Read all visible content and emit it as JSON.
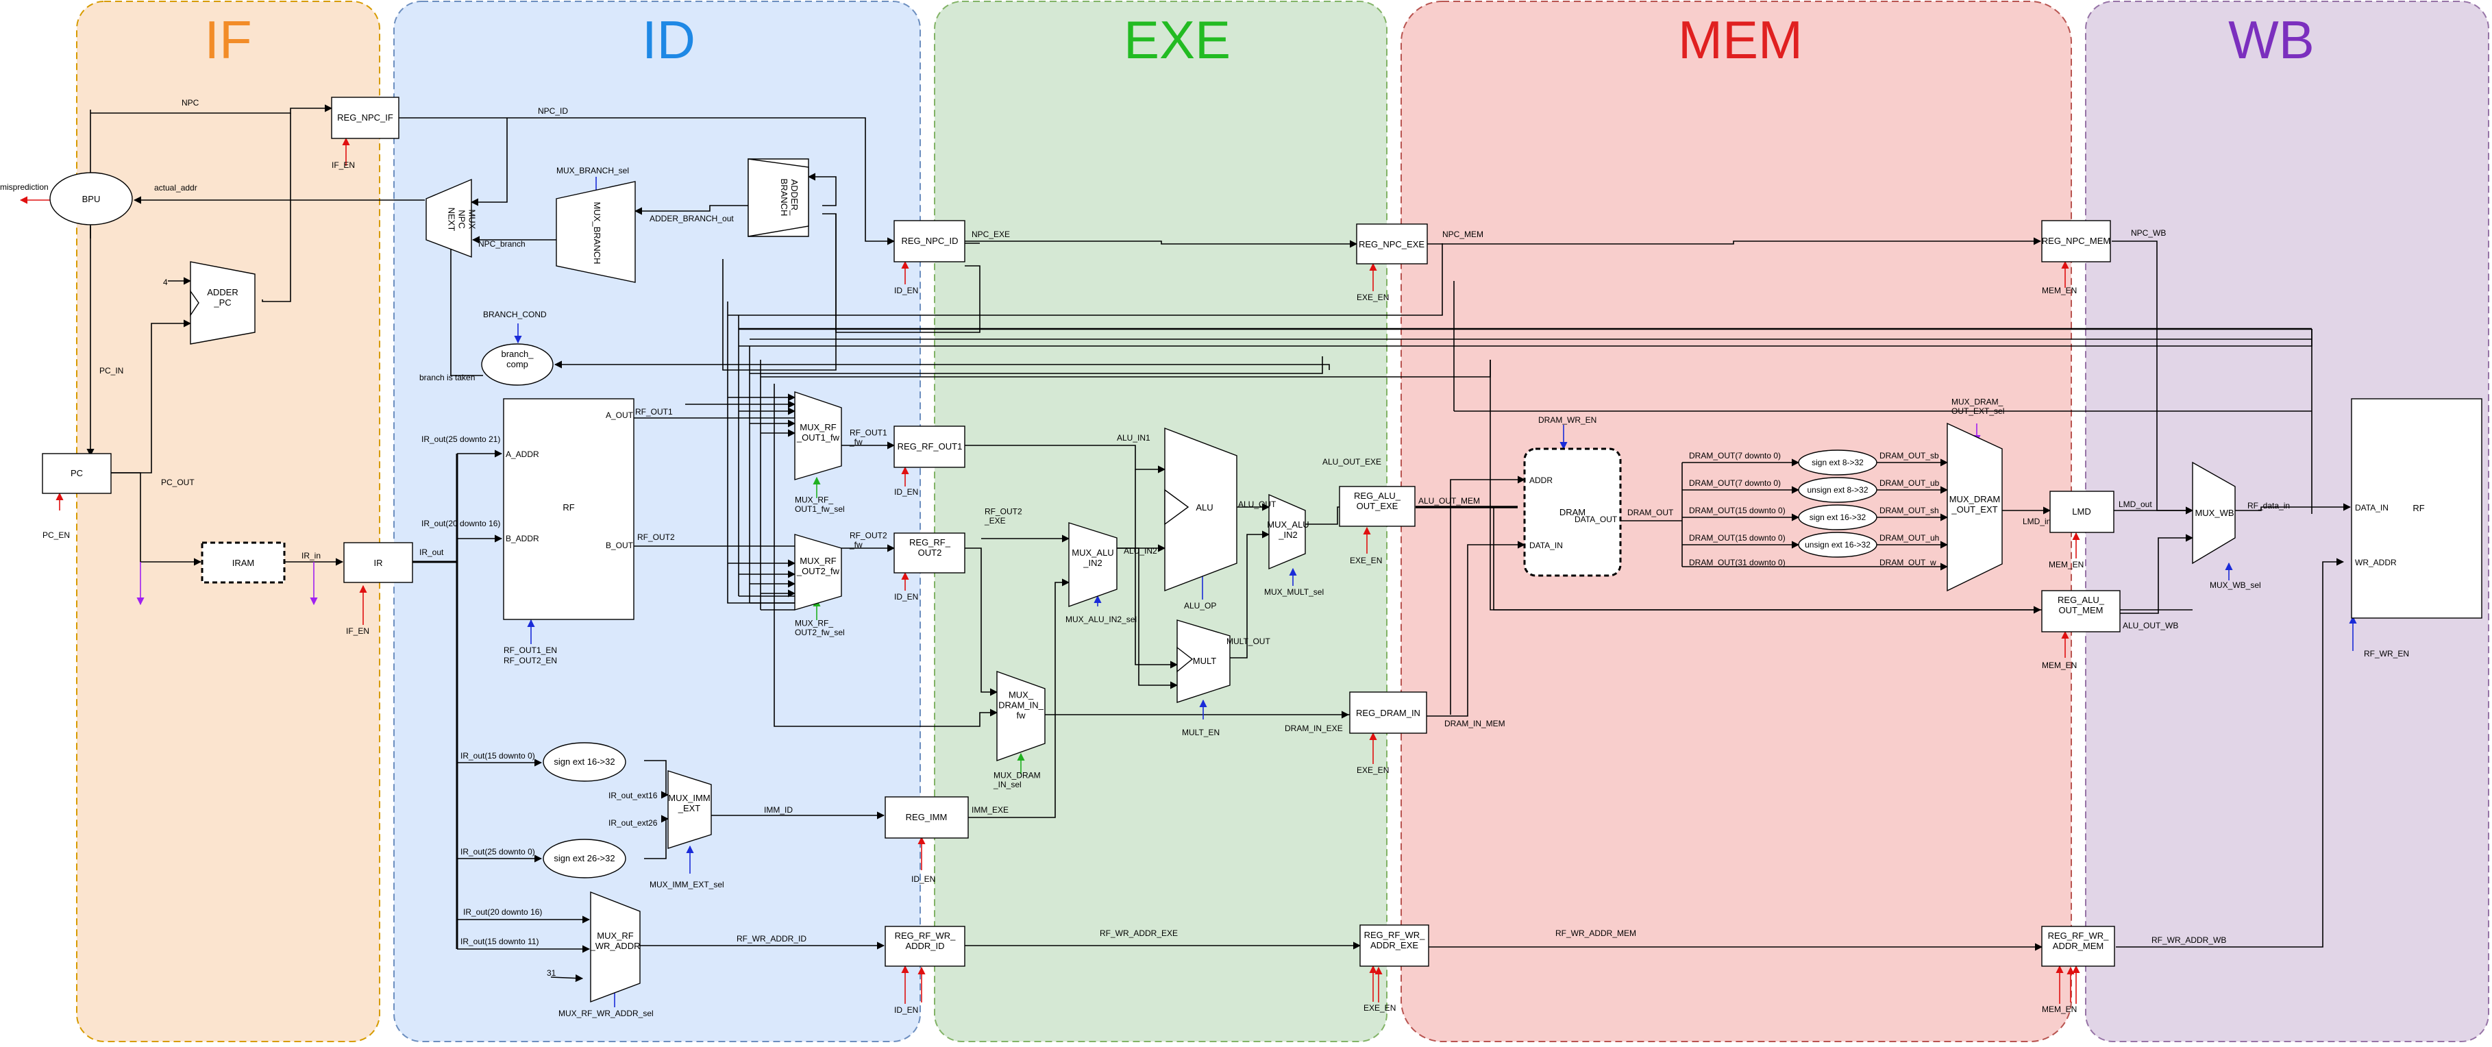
{
  "stages": [
    {
      "key": "if",
      "title": "IF",
      "color": "#F28C28",
      "fill": "#FBE4CF",
      "stroke": "#D79B00"
    },
    {
      "key": "id",
      "title": "ID",
      "color": "#1E88E5",
      "fill": "#DAE8FC",
      "stroke": "#6C8EBF"
    },
    {
      "key": "exe",
      "title": "EXE",
      "color": "#22BB22",
      "fill": "#D5E8D4",
      "stroke": "#82B366"
    },
    {
      "key": "mem",
      "title": "MEM",
      "color": "#E02020",
      "fill": "#F8CECC",
      "stroke": "#B85450"
    },
    {
      "key": "wb",
      "title": "WB",
      "color": "#7B2FBE",
      "fill": "#E1D5E7",
      "stroke": "#9673A6"
    }
  ],
  "blocks": {
    "bpu": "BPU",
    "pc": "PC",
    "adder_pc": "ADDER\n_PC",
    "iram": "IRAM",
    "ir": "IR",
    "reg_npc_if": "REG_NPC_IF",
    "rf_id": "RF",
    "mux_npc": "MUX\nNPC\nNEXT",
    "mux_branch": "MUX_BRANCH",
    "adder_branch": "ADDER_\nBRANCH",
    "branch_comp": "branch_\ncomp",
    "sign_ext16": "sign ext 16->32",
    "sign_ext26": "sign ext 26->32",
    "mux_imm_ext": "MUX_IMM\n_EXT",
    "mux_rf_wr_addr": "MUX_RF\n_WR_ADDR",
    "mux_rf_out1_fw": "MUX_RF\n_OUT1_fw",
    "mux_rf_out2_fw": "MUX_RF\n_OUT2_fw",
    "reg_npc_id": "REG_NPC_ID",
    "reg_rf_out1": "REG_RF_OUT1",
    "reg_rf_out2": "REG_RF_\nOUT2",
    "reg_imm": "REG_IMM",
    "reg_rf_wr_addr_id": "REG_RF_WR_\nADDR_ID",
    "alu": "ALU",
    "mult": "MULT",
    "mux_alu_in2": "MUX_ALU\n_IN2",
    "mux_alu_in2b": "MUX_ALU\n_IN2",
    "mux_dram_in_fw": "MUX_\nDRAM_IN_\nfw",
    "reg_npc_exe": "REG_NPC_EXE",
    "reg_alu_out_exe": "REG_ALU_\nOUT_EXE",
    "reg_dram_in": "REG_DRAM_IN",
    "reg_rf_wr_addr_exe": "REG_RF_WR_\nADDR_EXE",
    "dram": "DRAM",
    "sx8": "sign ext 8->32",
    "ux8": "unsign ext 8->32",
    "sx16": "sign ext 16->32",
    "ux16": "unsign ext 16->32",
    "mux_dram_out_ext": "MUX_DRAM\n_OUT_EXT",
    "reg_npc_mem": "REG_NPC_MEM",
    "lmd": "LMD",
    "reg_alu_out_mem": "REG_ALU_\nOUT_MEM",
    "reg_rf_wr_addr_mem": "REG_RF_WR_\nADDR_MEM",
    "mux_wb": "MUX_WB",
    "rf_wb": "RF"
  },
  "signals": {
    "npc": "NPC",
    "npc_id": "NPC_ID",
    "npc_exe": "NPC_EXE",
    "npc_mem": "NPC_MEM",
    "npc_wb": "NPC_WB",
    "npc_branch": "NPC_branch",
    "actual_addr": "actual_addr",
    "misprediction": "misprediction",
    "pc_in": "PC_IN",
    "pc_out": "PC_OUT",
    "pc_en": "PC_EN",
    "four": "4",
    "ir_in": "IR_in",
    "ir_out": "IR_out",
    "if_en": "IF_EN",
    "if_en2": "IF_EN",
    "mux_branch_sel": "MUX_BRANCH_sel",
    "adder_branch_out": "ADDER_BRANCH_out",
    "branch_cond": "BRANCH_COND",
    "branch_taken": "branch is taken",
    "ir_25_21": "IR_out(25 downto 21)",
    "ir_20_16": "IR_out(20 downto 16)",
    "ir_15_0": "IR_out(15 downto 0)",
    "ir_25_0": "IR_out(25 downto 0)",
    "ir_20_16b": "IR_out(20 downto 16)",
    "ir_15_11": "IR_out(15 downto 11)",
    "a_addr": "A_ADDR",
    "b_addr": "B_ADDR",
    "a_out": "A_OUT",
    "b_out": "B_OUT",
    "rf_out1": "RF_OUT1",
    "rf_out2": "RF_OUT2",
    "rf_out1_en": "RF_OUT1_EN",
    "rf_out2_en": "RF_OUT2_EN",
    "mux_rf_out1_fw_sel": "MUX_RF_\nOUT1_fw_sel",
    "mux_rf_out2_fw_sel": "MUX_RF_\nOUT2_fw_sel",
    "rf_out1_fw": "RF_OUT1\n_fw",
    "rf_out2_fw": "RF_OUT2\n_fw",
    "ir_out_ext16": "IR_out_ext16",
    "ir_out_ext26": "IR_out_ext26",
    "mux_imm_ext_sel": "MUX_IMM_EXT_sel",
    "imm_id": "IMM_ID",
    "imm_exe": "IMM_EXE",
    "thirty_one": "31",
    "mux_rf_wr_addr_sel": "MUX_RF_WR_ADDR_sel",
    "rf_wr_addr_id": "RF_WR_ADDR_ID",
    "rf_wr_addr_exe": "RF_WR_ADDR_EXE",
    "rf_wr_addr_mem": "RF_WR_ADDR_MEM",
    "rf_wr_addr_wb": "RF_WR_ADDR_WB",
    "id_en1": "ID_EN",
    "id_en2": "ID_EN",
    "id_en3": "ID_EN",
    "id_en4": "ID_EN",
    "id_en5": "ID_EN",
    "alu_in1": "ALU_IN1",
    "alu_in2": "ALU_IN2",
    "rf_out2_exe": "RF_OUT2\n_EXE",
    "mux_alu_in2_sel": "MUX_ALU_IN2_sel",
    "alu_op": "ALU_OP",
    "alu_out": "ALU_OUT",
    "mult_out": "MULT_OUT",
    "mult_en": "MULT_EN",
    "mux_mult_sel": "MUX_MULT_sel",
    "alu_out_exe": "ALU_OUT_EXE",
    "mux_dram_in_sel": "MUX_DRAM\n_IN_sel",
    "dram_in_exe": "DRAM_IN_EXE",
    "exe_en1": "EXE_EN",
    "exe_en2": "EXE_EN",
    "exe_en3": "EXE_EN",
    "exe_en4": "EXE_EN",
    "alu_out_mem": "ALU_OUT_MEM",
    "dram_in_mem": "DRAM_IN_MEM",
    "dram_wr_en": "DRAM_WR_EN",
    "addr": "ADDR",
    "data_in": "DATA_IN",
    "data_out": "DATA_OUT",
    "dram_out": "DRAM_OUT",
    "dram_out_7_0a": "DRAM_OUT(7 downto 0)",
    "dram_out_7_0b": "DRAM_OUT(7 downto 0)",
    "dram_out_15_0a": "DRAM_OUT(15 downto 0)",
    "dram_out_15_0b": "DRAM_OUT(15 downto 0)",
    "dram_out_31_0": "DRAM_OUT(31 downto 0)",
    "dram_out_sb": "DRAM_OUT_sb",
    "dram_out_ub": "DRAM_OUT_ub",
    "dram_out_sh": "DRAM_OUT_sh",
    "dram_out_uh": "DRAM_OUT_uh",
    "dram_out_w": "DRAM_OUT_w",
    "mux_dram_out_ext_sel": "MUX_DRAM_\nOUT_EXT_sel",
    "lmd_in": "LMD_in",
    "lmd_out": "LMD_out",
    "mem_en1": "MEM_EN",
    "mem_en2": "MEM_EN",
    "mem_en3": "MEM_EN",
    "mem_en4": "MEM_EN",
    "alu_out_wb": "ALU_OUT_WB",
    "mux_wb_sel": "MUX_WB_sel",
    "rf_data_in": "RF_data_in",
    "wb_data_in": "DATA_IN",
    "wb_wr_addr": "WR_ADDR",
    "rf_wr_en": "RF_WR_EN"
  }
}
